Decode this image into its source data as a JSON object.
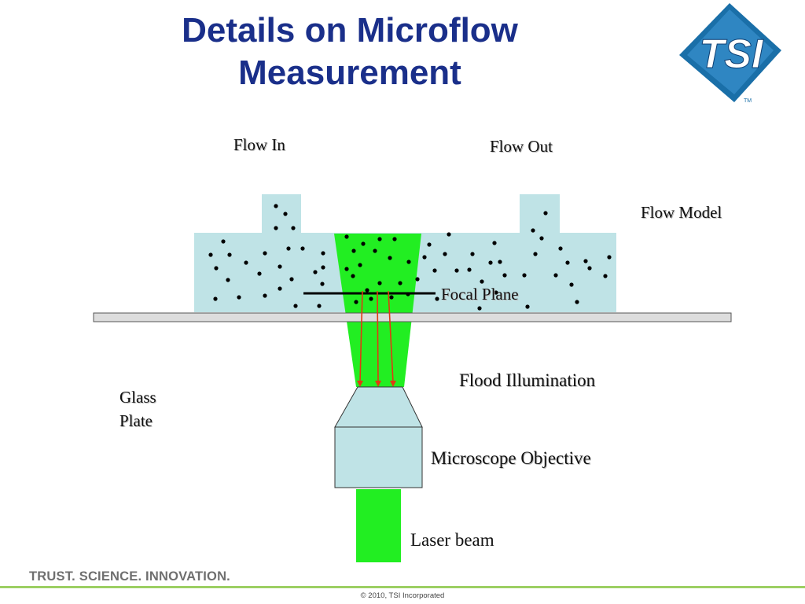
{
  "title_line1": "Details on Microflow",
  "title_line2": "Measurement",
  "logo": {
    "text": "TSI",
    "tm": "TM",
    "colors": {
      "primary": "#1a6fa8",
      "dark": "#0d3f73",
      "light": "#e6eef6"
    }
  },
  "labels": {
    "flow_in": "Flow In",
    "flow_out": "Flow Out",
    "flow_model": "Flow Model",
    "focal_plane": "Focal Plane",
    "flood_illumination": "Flood Illumination",
    "glass_plate_line1": "Glass",
    "glass_plate_line2": "Plate",
    "microscope_objective": "Microscope Objective",
    "laser_beam": "Laser beam"
  },
  "footer": {
    "tagline": "TRUST. SCIENCE. INNOVATION.",
    "copyright": "© 2010, TSI Incorporated"
  },
  "colors": {
    "title": "#1a2f8a",
    "flow_channel": "#bfe3e6",
    "laser_green": "#22ee22",
    "objective": "#bfe3e6",
    "glass_plate": "#dddddd",
    "arrow": "#e03a12",
    "footer_line": "#9ccf63"
  }
}
